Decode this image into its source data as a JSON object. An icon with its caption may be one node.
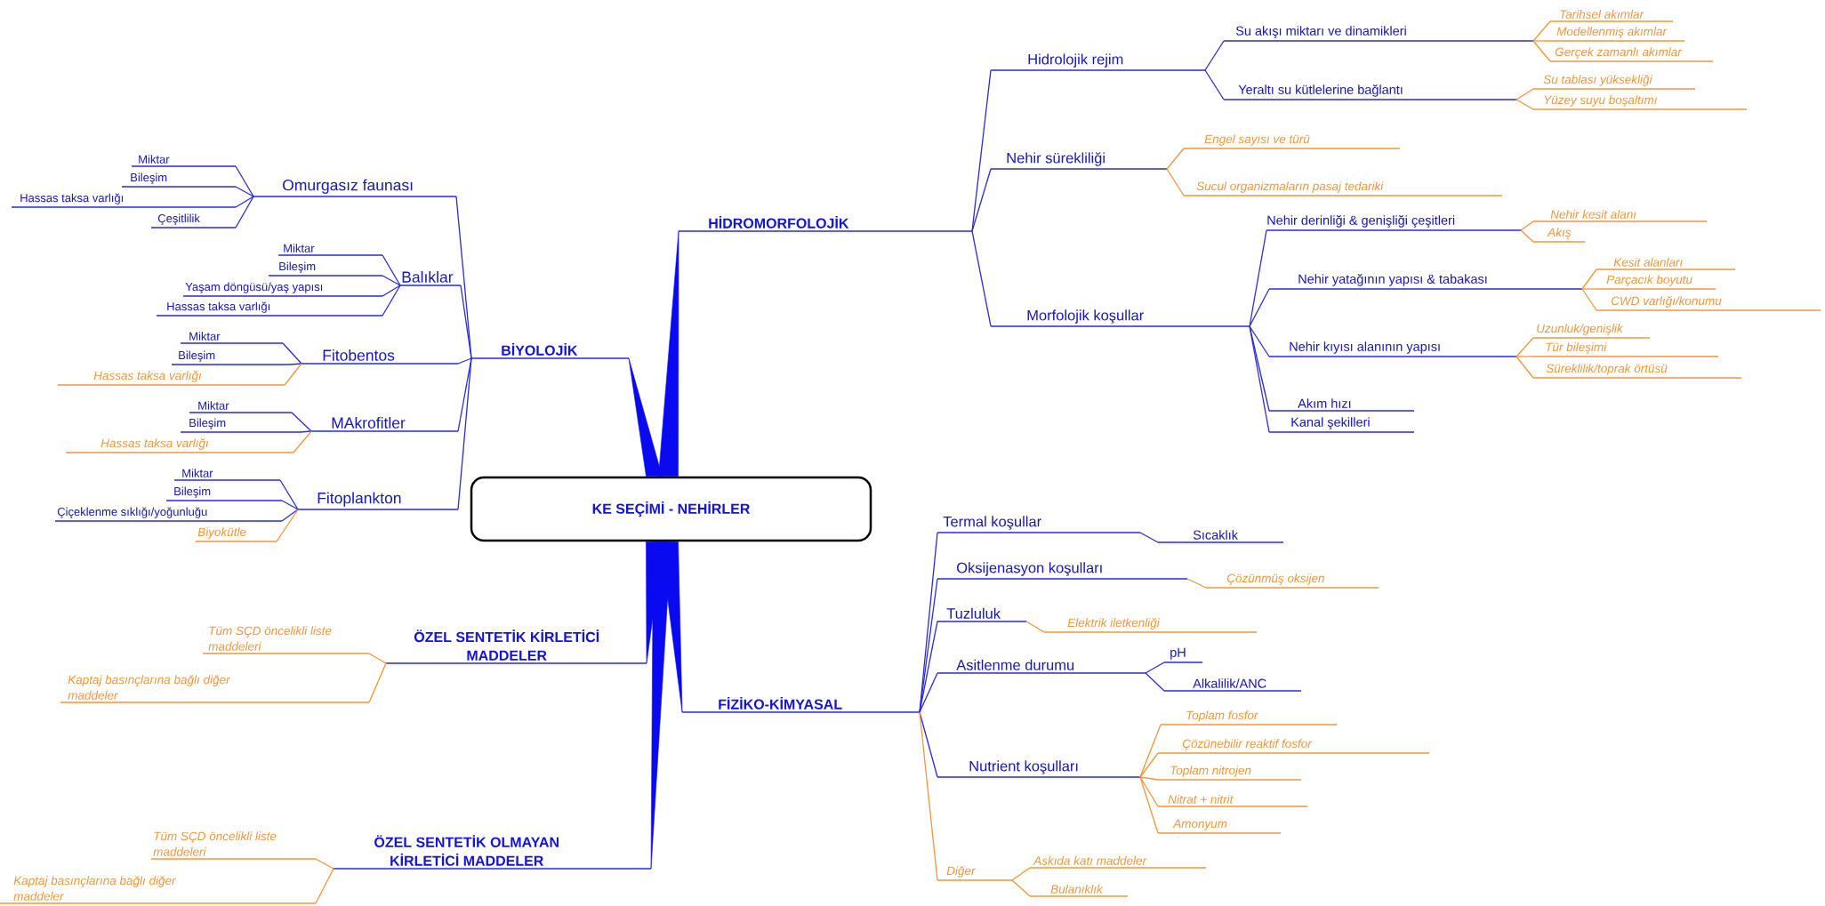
{
  "diagram": {
    "nodes": [
      {
        "text": [
          "KE SEÇİMİ - NEHİRLER"
        ]
      },
      {
        "text": [
          "BİYOLOJİK"
        ]
      },
      {
        "text": [
          "Omurgasız faunası"
        ]
      },
      {
        "text": [
          "Miktar"
        ]
      },
      {
        "text": [
          "Bileşim"
        ]
      },
      {
        "text": [
          "Hassas taksa varlığı"
        ]
      },
      {
        "text": [
          "Çeşitlilik"
        ]
      },
      {
        "text": [
          "Balıklar"
        ]
      },
      {
        "text": [
          "Miktar"
        ]
      },
      {
        "text": [
          "Bileşim"
        ]
      },
      {
        "text": [
          "Yaşam döngüsü/yaş yapısı"
        ]
      },
      {
        "text": [
          "Hassas taksa varlığı"
        ]
      },
      {
        "text": [
          "Fitobentos"
        ]
      },
      {
        "text": [
          "Miktar"
        ]
      },
      {
        "text": [
          "Bileşim"
        ]
      },
      {
        "text": [
          "Hassas taksa varlığı"
        ]
      },
      {
        "text": [
          "MAkrofitler"
        ]
      },
      {
        "text": [
          "Miktar"
        ]
      },
      {
        "text": [
          "Bileşim"
        ]
      },
      {
        "text": [
          "Hassas taksa varlığı"
        ]
      },
      {
        "text": [
          "Fitoplankton"
        ]
      },
      {
        "text": [
          "Miktar"
        ]
      },
      {
        "text": [
          "Bileşim"
        ]
      },
      {
        "text": [
          "Çiçeklenme sıklığı/yoğunluğu"
        ]
      },
      {
        "text": [
          "Biyokütle"
        ]
      },
      {
        "text": [
          "HİDROMORFOLOJİK"
        ]
      },
      {
        "text": [
          "Hidrolojik rejim"
        ]
      },
      {
        "text": [
          "Su akışı miktarı ve dinamikleri"
        ]
      },
      {
        "text": [
          "Tarihsel akımlar"
        ]
      },
      {
        "text": [
          "Modellenmiş akımlar"
        ]
      },
      {
        "text": [
          "Gerçek zamanlı akımlar"
        ]
      },
      {
        "text": [
          "Yeraltı su kütlelerine bağlantı"
        ]
      },
      {
        "text": [
          "Su tablası yüksekliği"
        ]
      },
      {
        "text": [
          "Yüzey suyu boşaltımı"
        ]
      },
      {
        "text": [
          "Nehir sürekliliği"
        ]
      },
      {
        "text": [
          "Engel sayısı ve türü"
        ]
      },
      {
        "text": [
          "Sucul organizmaların pasaj tedariki"
        ]
      },
      {
        "text": [
          "Morfolojik koşullar"
        ]
      },
      {
        "text": [
          "Nehir derinliği & genişliği çeşitleri"
        ]
      },
      {
        "text": [
          "Nehir kesit alanı"
        ]
      },
      {
        "text": [
          "Akış"
        ]
      },
      {
        "text": [
          "Nehir yatağının yapısı & tabakası"
        ]
      },
      {
        "text": [
          "Kesit alanları"
        ]
      },
      {
        "text": [
          "Parçacık boyutu"
        ]
      },
      {
        "text": [
          "CWD varlığı/konumu"
        ]
      },
      {
        "text": [
          "Nehir kıyısı alanının yapısı"
        ]
      },
      {
        "text": [
          "Uzunluk/genişlik"
        ]
      },
      {
        "text": [
          "Tür bileşimi"
        ]
      },
      {
        "text": [
          "Süreklilik/toprak örtüsü"
        ]
      },
      {
        "text": [
          "Akım hızı"
        ]
      },
      {
        "text": [
          "Kanal şekilleri"
        ]
      },
      {
        "text": [
          "ÖZEL SENTETİK KİRLETİCİ MADDELER"
        ]
      },
      {
        "text": [
          "Tüm SÇD öncelikli liste maddeleri"
        ]
      },
      {
        "text": [
          "Kaptaj basınçlarına bağlı diğer maddeler"
        ]
      },
      {
        "text": [
          "ÖZEL SENTETİK OLMAYAN KİRLETİCİ MADDELER"
        ]
      },
      {
        "text": [
          "Tüm SÇD öncelikli liste maddeleri"
        ]
      },
      {
        "text": [
          "Kaptaj basınçlarına bağlı diğer maddeler"
        ]
      },
      {
        "text": [
          "FİZİKO-KİMYASAL"
        ]
      },
      {
        "text": [
          "Termal koşullar"
        ]
      },
      {
        "text": [
          "Sıcaklık"
        ]
      },
      {
        "text": [
          "Oksijenasyon koşulları"
        ]
      },
      {
        "text": [
          "Çözünmüş oksijen"
        ]
      },
      {
        "text": [
          "Tuzluluk"
        ]
      },
      {
        "text": [
          "Elektrik iletkenliği"
        ]
      },
      {
        "text": [
          "Asitlenme durumu"
        ]
      },
      {
        "text": [
          "pH"
        ]
      },
      {
        "text": [
          "Alkalilik/ANC"
        ]
      },
      {
        "text": [
          "Nutrient koşulları"
        ]
      },
      {
        "text": [
          "Toplam fosfor"
        ]
      },
      {
        "text": [
          "Çözünebilir reaktif fosfor"
        ]
      },
      {
        "text": [
          "Toplam nitrojen"
        ]
      },
      {
        "text": [
          "Nitrat + nitrit"
        ]
      },
      {
        "text": [
          "Amonyum"
        ]
      },
      {
        "text": [
          "Diğer"
        ]
      },
      {
        "text": [
          "Askıda katı maddeler"
        ]
      },
      {
        "text": [
          "Bulanıklık"
        ]
      }
    ],
    "edges": [
      {
        "from": 0,
        "to": 1,
        "arrow": "none"
      },
      {
        "from": 0,
        "to": 25,
        "arrow": "none"
      },
      {
        "from": 0,
        "to": 51,
        "arrow": "none"
      },
      {
        "from": 0,
        "to": 54,
        "arrow": "none"
      },
      {
        "from": 0,
        "to": 57,
        "arrow": "none"
      },
      {
        "from": 1,
        "to": 2,
        "arrow": "none"
      },
      {
        "from": 1,
        "to": 7,
        "arrow": "none"
      },
      {
        "from": 1,
        "to": 12,
        "arrow": "none"
      },
      {
        "from": 1,
        "to": 16,
        "arrow": "none"
      },
      {
        "from": 1,
        "to": 20,
        "arrow": "none"
      },
      {
        "from": 2,
        "to": 3,
        "arrow": "none"
      },
      {
        "from": 2,
        "to": 4,
        "arrow": "none"
      },
      {
        "from": 2,
        "to": 5,
        "arrow": "none"
      },
      {
        "from": 2,
        "to": 6,
        "arrow": "none"
      },
      {
        "from": 7,
        "to": 8,
        "arrow": "none"
      },
      {
        "from": 7,
        "to": 9,
        "arrow": "none"
      },
      {
        "from": 7,
        "to": 10,
        "arrow": "none"
      },
      {
        "from": 7,
        "to": 11,
        "arrow": "none"
      },
      {
        "from": 12,
        "to": 13,
        "arrow": "none"
      },
      {
        "from": 12,
        "to": 14,
        "arrow": "none"
      },
      {
        "from": 12,
        "to": 15,
        "arrow": "none",
        "color": "#f0963c"
      },
      {
        "from": 16,
        "to": 17,
        "arrow": "none"
      },
      {
        "from": 16,
        "to": 18,
        "arrow": "none"
      },
      {
        "from": 16,
        "to": 19,
        "arrow": "none",
        "color": "#f0963c"
      },
      {
        "from": 20,
        "to": 21,
        "arrow": "none"
      },
      {
        "from": 20,
        "to": 22,
        "arrow": "none"
      },
      {
        "from": 20,
        "to": 23,
        "arrow": "none"
      },
      {
        "from": 20,
        "to": 24,
        "arrow": "none",
        "color": "#f0963c"
      },
      {
        "from": 25,
        "to": 26,
        "arrow": "none"
      },
      {
        "from": 25,
        "to": 34,
        "arrow": "none"
      },
      {
        "from": 25,
        "to": 37,
        "arrow": "none"
      },
      {
        "from": 26,
        "to": 27,
        "arrow": "none"
      },
      {
        "from": 26,
        "to": 31,
        "arrow": "none"
      },
      {
        "from": 27,
        "to": 28,
        "arrow": "none",
        "color": "#f0963c"
      },
      {
        "from": 27,
        "to": 29,
        "arrow": "none",
        "color": "#f0963c"
      },
      {
        "from": 27,
        "to": 30,
        "arrow": "none",
        "color": "#f0963c"
      },
      {
        "from": 31,
        "to": 32,
        "arrow": "none",
        "color": "#f0963c"
      },
      {
        "from": 31,
        "to": 33,
        "arrow": "none",
        "color": "#f0963c"
      },
      {
        "from": 34,
        "to": 35,
        "arrow": "none",
        "color": "#f0963c"
      },
      {
        "from": 34,
        "to": 36,
        "arrow": "none",
        "color": "#f0963c"
      },
      {
        "from": 37,
        "to": 38,
        "arrow": "none"
      },
      {
        "from": 37,
        "to": 41,
        "arrow": "none"
      },
      {
        "from": 37,
        "to": 45,
        "arrow": "none"
      },
      {
        "from": 37,
        "to": 49,
        "arrow": "none"
      },
      {
        "from": 37,
        "to": 50,
        "arrow": "none"
      },
      {
        "from": 38,
        "to": 39,
        "arrow": "none",
        "color": "#f0963c"
      },
      {
        "from": 38,
        "to": 40,
        "arrow": "none",
        "color": "#f0963c"
      },
      {
        "from": 41,
        "to": 42,
        "arrow": "none",
        "color": "#f0963c"
      },
      {
        "from": 41,
        "to": 43,
        "arrow": "none",
        "color": "#f0963c"
      },
      {
        "from": 41,
        "to": 44,
        "arrow": "none",
        "color": "#f0963c"
      },
      {
        "from": 45,
        "to": 46,
        "arrow": "none",
        "color": "#f0963c"
      },
      {
        "from": 45,
        "to": 47,
        "arrow": "none",
        "color": "#f0963c"
      },
      {
        "from": 45,
        "to": 48,
        "arrow": "none",
        "color": "#f0963c"
      },
      {
        "from": 51,
        "to": 52,
        "arrow": "none",
        "color": "#f0963c"
      },
      {
        "from": 51,
        "to": 53,
        "arrow": "none",
        "color": "#f0963c"
      },
      {
        "from": 54,
        "to": 55,
        "arrow": "none",
        "color": "#f0963c"
      },
      {
        "from": 54,
        "to": 56,
        "arrow": "none",
        "color": "#f0963c"
      },
      {
        "from": 57,
        "to": 58,
        "arrow": "none"
      },
      {
        "from": 57,
        "to": 60,
        "arrow": "none"
      },
      {
        "from": 57,
        "to": 62,
        "arrow": "none"
      },
      {
        "from": 57,
        "to": 64,
        "arrow": "none"
      },
      {
        "from": 57,
        "to": 67,
        "arrow": "none"
      },
      {
        "from": 57,
        "to": 73,
        "arrow": "none",
        "color": "#f0963c"
      },
      {
        "from": 58,
        "to": 59,
        "arrow": "none"
      },
      {
        "from": 60,
        "to": 61,
        "arrow": "none",
        "color": "#f0963c"
      },
      {
        "from": 62,
        "to": 63,
        "arrow": "none",
        "color": "#f0963c"
      },
      {
        "from": 64,
        "to": 65,
        "arrow": "none"
      },
      {
        "from": 64,
        "to": 66,
        "arrow": "none"
      },
      {
        "from": 67,
        "to": 68,
        "arrow": "none",
        "color": "#f0963c"
      },
      {
        "from": 67,
        "to": 69,
        "arrow": "none",
        "color": "#f0963c"
      },
      {
        "from": 67,
        "to": 70,
        "arrow": "none",
        "color": "#f0963c"
      },
      {
        "from": 67,
        "to": 71,
        "arrow": "none",
        "color": "#f0963c"
      },
      {
        "from": 67,
        "to": 72,
        "arrow": "none",
        "color": "#f0963c"
      },
      {
        "from": 73,
        "to": 74,
        "arrow": "none",
        "color": "#f0963c"
      },
      {
        "from": 73,
        "to": 75,
        "arrow": "none",
        "color": "#f0963c"
      }
    ]
  }
}
